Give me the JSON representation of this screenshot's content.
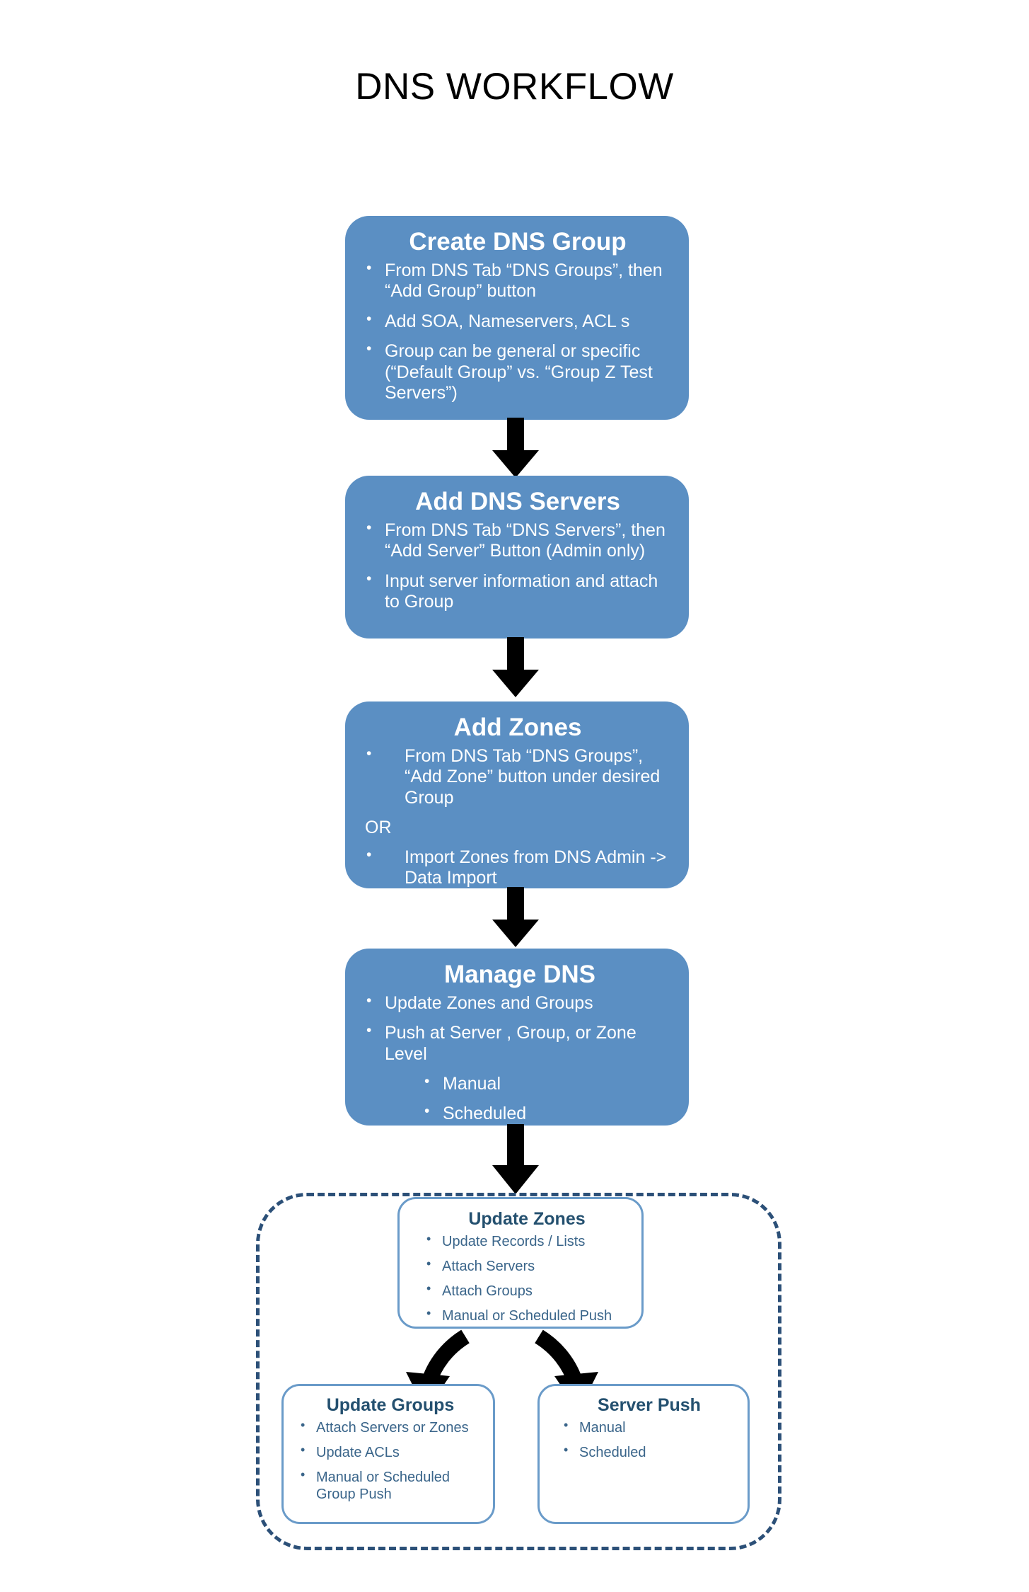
{
  "page": {
    "title": "DNS WORKFLOW",
    "background": "#ffffff"
  },
  "colors": {
    "box_fill": "#5b8fc3",
    "box_text": "#ffffff",
    "outline_box_border": "#6a9bc9",
    "outline_box_title": "#24506f",
    "outline_box_text": "#3a658a",
    "dashed_border": "#2c5078",
    "arrow": "#000000"
  },
  "flow": {
    "steps": [
      {
        "id": "create-dns-group",
        "title": "Create DNS Group",
        "bullets": [
          "From DNS Tab “DNS Groups”, then “Add Group” button",
          "Add SOA, Nameservers, ACL s",
          "Group can be general or specific (“Default Group” vs. “Group Z Test Servers”)"
        ]
      },
      {
        "id": "add-dns-servers",
        "title": "Add DNS Servers",
        "bullets": [
          "From DNS Tab “DNS Servers”, then “Add Server” Button (Admin only)",
          "Input server information and attach to Group"
        ]
      },
      {
        "id": "add-zones",
        "title": "Add  Zones",
        "bullets": [
          "From DNS Tab “DNS Groups”, “Add Zone” button under desired Group"
        ],
        "separator": "OR",
        "bullets_after": [
          "Import Zones from DNS Admin -> Data Import"
        ]
      },
      {
        "id": "manage-dns",
        "title": "Manage DNS",
        "bullets": [
          "Update Zones and Groups",
          "Push at Server , Group, or Zone Level"
        ],
        "sub_bullets": [
          "Manual",
          "Scheduled"
        ]
      }
    ],
    "detail_group": {
      "update_zones": {
        "id": "update-zones",
        "title": "Update Zones",
        "bullets": [
          "Update Records / Lists",
          "Attach Servers",
          "Attach Groups",
          "Manual or Scheduled Push"
        ]
      },
      "update_groups": {
        "id": "update-groups",
        "title": "Update Groups",
        "bullets": [
          "Attach Servers or Zones",
          "Update ACLs",
          "Manual or Scheduled Group Push"
        ]
      },
      "server_push": {
        "id": "server-push",
        "title": "Server Push",
        "bullets": [
          "Manual",
          "Scheduled"
        ]
      }
    },
    "connectors": [
      {
        "name": "arrow-create-group-to-add-servers",
        "type": "straight-down"
      },
      {
        "name": "arrow-add-servers-to-add-zones",
        "type": "straight-down"
      },
      {
        "name": "arrow-add-zones-to-manage-dns",
        "type": "straight-down"
      },
      {
        "name": "arrow-manage-dns-to-update-zones",
        "type": "straight-down"
      },
      {
        "name": "arrow-update-zones-to-update-groups",
        "type": "curved-left"
      },
      {
        "name": "arrow-update-zones-to-server-push",
        "type": "curved-right"
      }
    ]
  }
}
